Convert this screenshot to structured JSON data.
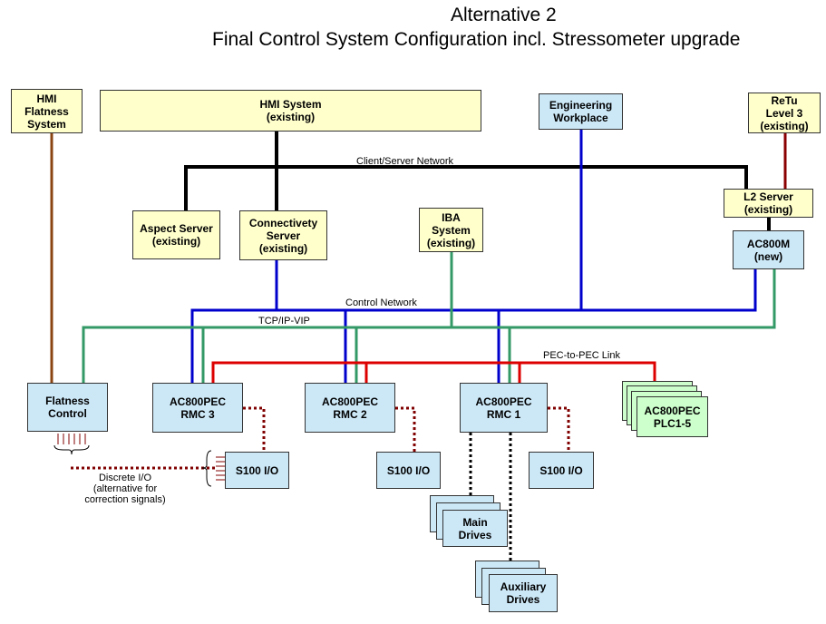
{
  "title": {
    "line1": "Alternative 2",
    "line2": "Final Control System Configuration incl. Stressometer upgrade"
  },
  "nodes": {
    "hmi_flatness": "HMI\nFlatness\nSystem",
    "hmi_system": "HMI System\n(existing)",
    "engineering": "Engineering\nWorkplace",
    "retu": "ReTu\nLevel 3\n(existing)",
    "l2_server": "L2 Server\n(existing)",
    "ac800m": "AC800M\n(new)",
    "aspect_server": "Aspect Server\n(existing)",
    "connectivity_server": "Connectivety\nServer\n(existing)",
    "iba_system": "IBA\nSystem\n(existing)",
    "flatness_control": "Flatness\nControl",
    "rmc3": "AC800PEC\nRMC 3",
    "rmc2": "AC800PEC\nRMC 2",
    "rmc1": "AC800PEC\nRMC 1",
    "plc": "AC800PEC\nPLC1-5",
    "s100_a": "S100 I/O",
    "s100_b": "S100 I/O",
    "s100_c": "S100 I/O",
    "main_drives": "Main\nDrives",
    "aux_drives": "Auxiliary\nDrives"
  },
  "networks": {
    "client_server": "Client/Server Network",
    "control": "Control Network",
    "tcpip": "TCP/IP-VIP",
    "pec_link": "PEC-to-PEC Link"
  },
  "annotations": {
    "discrete_io": "Discrete I/O\n(alternative for\ncorrection signals)"
  },
  "colors": {
    "client_server": "#000000",
    "control": "#0000cc",
    "tcpip": "#339966",
    "pec_link": "#dd0000",
    "hmi_link": "#8b4513",
    "retu_link": "#8b0000",
    "io_link": "#800000",
    "box_yellow": "#ffffcc",
    "box_blue": "#cce8f7",
    "box_green": "#ccffcc"
  }
}
